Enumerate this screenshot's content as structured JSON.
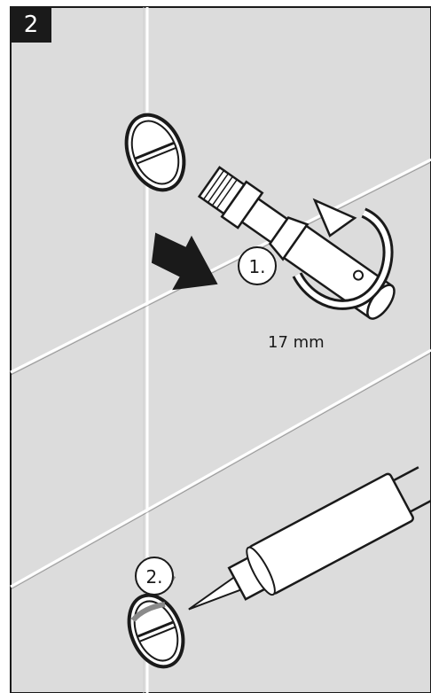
{
  "figure": {
    "step_number": "2",
    "labels": {
      "step_one": "1.",
      "step_two": "2.",
      "wrench_size": "17 mm"
    }
  },
  "colors": {
    "tile": "#dcdcdc",
    "grout": "#ffffff",
    "outline": "#1a1a1a",
    "badge": "#1a1a1a"
  },
  "icons": [
    "wall-tiles",
    "fitting-cap-icon",
    "adapter-fitting-icon",
    "rotation-arrow-icon",
    "insert-arrow-icon",
    "silicone-gun-icon"
  ]
}
